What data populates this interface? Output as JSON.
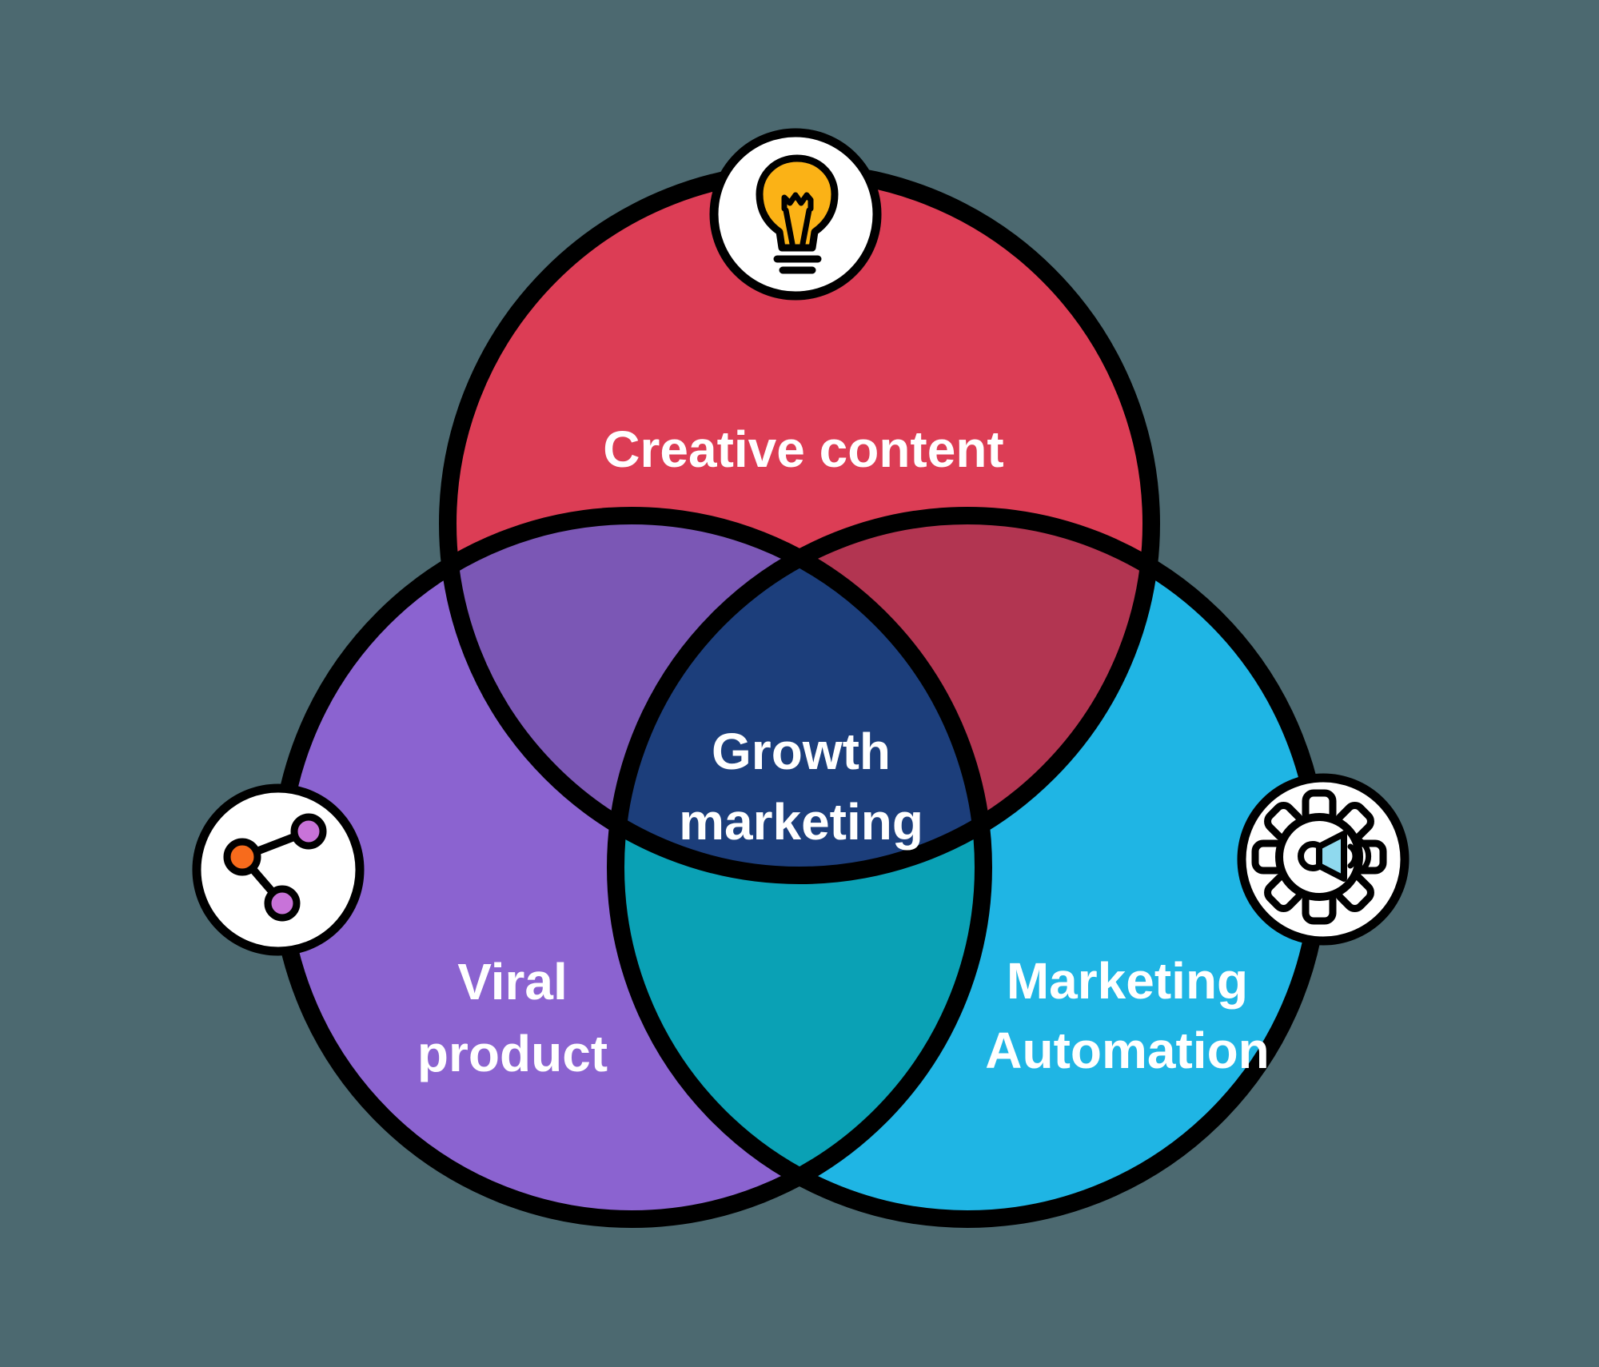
{
  "venn": {
    "center_label_lines": [
      "Growth",
      "marketing"
    ],
    "sets": [
      {
        "label": "Creative content",
        "color": "#DC3D55",
        "icon": "lightbulb-icon"
      },
      {
        "label": "Viral product",
        "label_lines": [
          "Viral",
          "product"
        ],
        "color": "#8B63D0",
        "icon": "share-nodes-icon"
      },
      {
        "label": "Marketing Automation",
        "label_lines": [
          "Marketing",
          "Automation"
        ],
        "color": "#1FB5E4",
        "icon": "gear-megaphone-icon"
      }
    ],
    "overlap_colors": {
      "creative_viral": "#7B57B5",
      "creative_automation": "#B23551",
      "viral_automation": "#0AA1B5",
      "center": "#1C3E7B"
    }
  },
  "colors": {
    "background": "#4C6970",
    "outline": "#000000",
    "label_text": "#FFFFFF",
    "icon_background": "#FFFFFF",
    "bulb_yellow": "#FBB216",
    "share_orange": "#F76B1C",
    "share_node_purple": "#C873D9",
    "megaphone_blue": "#8FD9EE"
  }
}
